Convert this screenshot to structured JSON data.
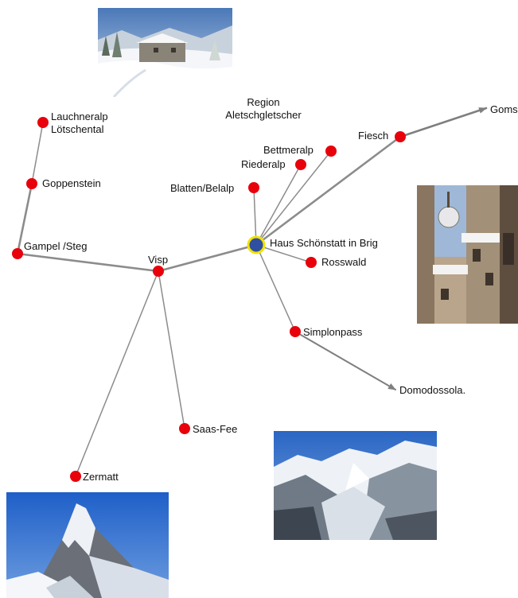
{
  "region_label": [
    "Region",
    "Aletschgletscher"
  ],
  "nodes": {
    "lauchneralp": [
      "Lauchneralp",
      "Lötschental"
    ],
    "goppenstein": "Goppenstein",
    "gampel": "Gampel /Steg",
    "visp": "Visp",
    "blatten": "Blatten/Belalp",
    "riederalp": "Riederalp",
    "bettmeralp": "Bettmeralp",
    "fiesch": "Fiesch",
    "goms": "Goms",
    "brig": "Haus Schönstatt in Brig",
    "rosswald": "Rosswald",
    "simplonpass": "Simplonpass",
    "domodossola": "Domodossola.",
    "saasfee": "Saas-Fee",
    "zermatt": "Zermatt"
  },
  "colors": {
    "node": "#e8000b",
    "hub_fill": "#2f4fa0",
    "hub_ring": "#f2e200",
    "edge": "#8c8c8c",
    "arrow": "#7f7f7f"
  }
}
